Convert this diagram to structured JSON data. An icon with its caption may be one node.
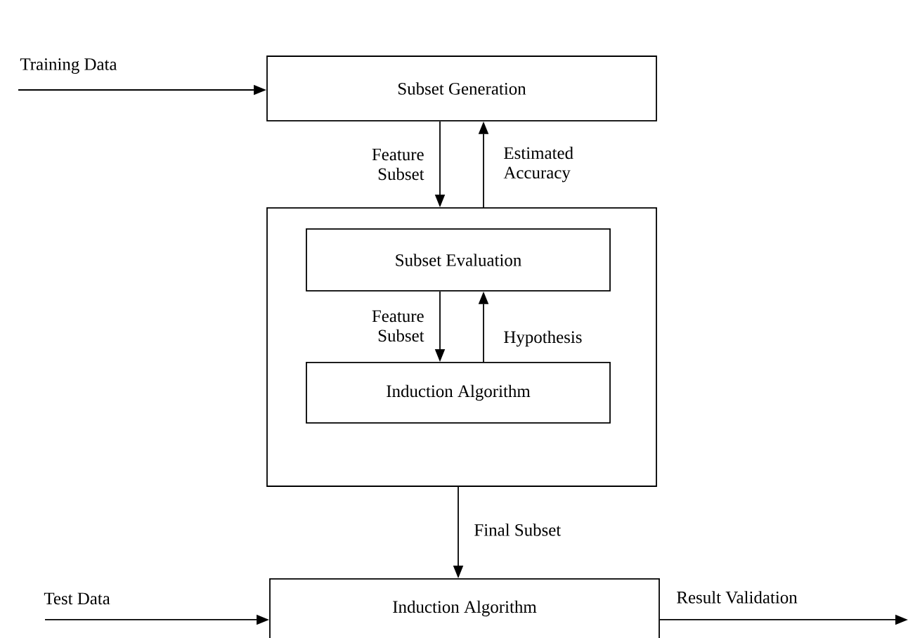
{
  "diagram": {
    "nodes": [
      {
        "text": [
          "Subset Generation"
        ]
      },
      {
        "text": [],
        "shape": "box"
      },
      {
        "text": [
          "Subset Evaluation"
        ],
        "in": 1
      },
      {
        "text": [
          "Induction Algorithm"
        ],
        "in": 1
      },
      {
        "text": [
          "Induction Algorithm"
        ]
      }
    ],
    "edges": [
      {
        "from": null,
        "to": 0,
        "arrow": "to",
        "label": "Training Data"
      },
      {
        "from": 0,
        "to": 1,
        "arrow": "to",
        "label": "Feature Subset"
      },
      {
        "from": 1,
        "to": 0,
        "arrow": "to",
        "label": "Estimated Accuracy"
      },
      {
        "from": 2,
        "to": 3,
        "arrow": "to",
        "label": "Feature Subset"
      },
      {
        "from": 3,
        "to": 2,
        "arrow": "to",
        "label": "Hypothesis"
      },
      {
        "from": 1,
        "to": 4,
        "arrow": "to",
        "label": "Final Subset"
      },
      {
        "from": null,
        "to": 4,
        "arrow": "to",
        "label": "Test Data"
      },
      {
        "from": 4,
        "to": null,
        "arrow": "to",
        "label": "Result Validation"
      }
    ]
  }
}
